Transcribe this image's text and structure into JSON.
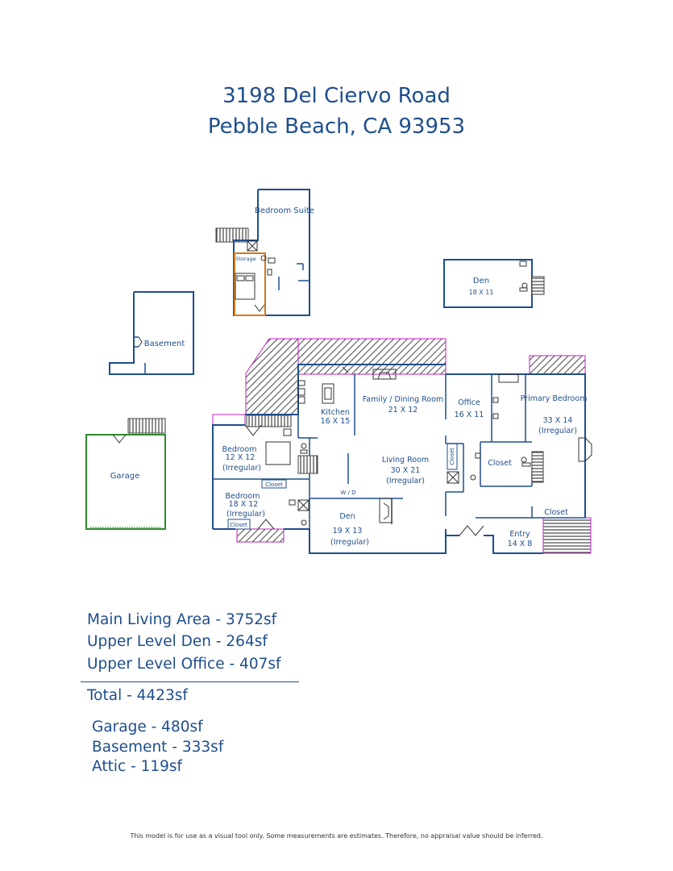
{
  "title": {
    "line1": "3198 Del Ciervo Road",
    "line2": "Pebble Beach, CA 93953"
  },
  "colors": {
    "wall": "#1f4e8c",
    "text": "#1f4e8c",
    "deck": "#c020c0",
    "garage": "#2e8b2e",
    "storage": "#d07a20"
  },
  "plan": {
    "bedroom_suite": "Bedroom Suite",
    "storage": "Storage",
    "den_upper": "Den",
    "den_upper_dim": "18 X 11",
    "basement": "Basement",
    "garage": "Garage",
    "kitchen": "Kitchen",
    "kitchen_dim": "16 X 15",
    "family_dining": "Family / Dining Room",
    "family_dining_dim": "21 X 12",
    "office": "Office",
    "office_dim": "16 X 11",
    "primary_bedroom": "Primary Bedroom",
    "primary_bedroom_dim": "33 X 14",
    "primary_bedroom_note": "(Irregular)",
    "bedroom1": "Bedroom",
    "bedroom1_dim": "12 X 12",
    "bedroom1_note": "(Irregular)",
    "bedroom2": "Bedroom",
    "bedroom2_dim": "18 X 12",
    "bedroom2_note": "(Irregular)",
    "closet": "Closet",
    "living_room": "Living Room",
    "living_room_dim": "30 X 21",
    "living_room_note": "(Irregular)",
    "wd": "W / D",
    "den_main": "Den",
    "den_main_dim": "19 X 13",
    "den_main_note": "(Irregular)",
    "entry": "Entry",
    "entry_dim": "14 X 8"
  },
  "areas": {
    "main": "Main Living Area - 3752sf",
    "upper_den": "Upper Level Den - 264sf",
    "upper_office": "Upper Level Office - 407sf",
    "total": "Total - 4423sf",
    "garage": "Garage - 480sf",
    "basement": "Basement - 333sf",
    "attic": "Attic - 119sf"
  },
  "disclaimer": "This model is for use as a visual tool only. Some measurements are estimates. Therefore, no appraisal value should be inferred."
}
